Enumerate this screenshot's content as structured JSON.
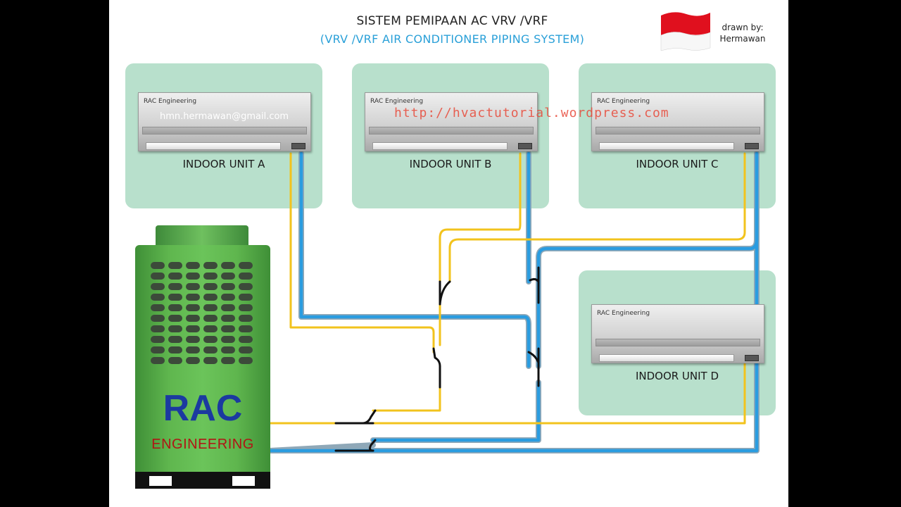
{
  "header": {
    "title": "SISTEM PEMIPAAN AC VRV /VRF",
    "subtitle": "(VRV /VRF AIR CONDITIONER PIPING SYSTEM)",
    "drawn_by_label": "drawn by:",
    "author": "Hermawan"
  },
  "indoor_units": [
    {
      "label": "INDOOR UNIT A",
      "brand": "RAC Engineering"
    },
    {
      "label": "INDOOR UNIT B",
      "brand": "RAC Engineering"
    },
    {
      "label": "INDOOR UNIT C",
      "brand": "RAC Engineering"
    },
    {
      "label": "INDOOR UNIT D",
      "brand": "RAC Engineering"
    }
  ],
  "outdoor_unit": {
    "brand_main": "RAC",
    "brand_sub": "ENGINEERING"
  },
  "watermarks": {
    "email": "hmn.hermawan@gmail.com",
    "url": "http://hvactutorial.wordpress.com"
  },
  "colors": {
    "liquid_pipe": "#f2c31d",
    "gas_pipe": "#2a9ce0",
    "room": "#b8e0cc",
    "outdoor_unit": "#5fb64e",
    "flag_red": "#e0101e"
  }
}
